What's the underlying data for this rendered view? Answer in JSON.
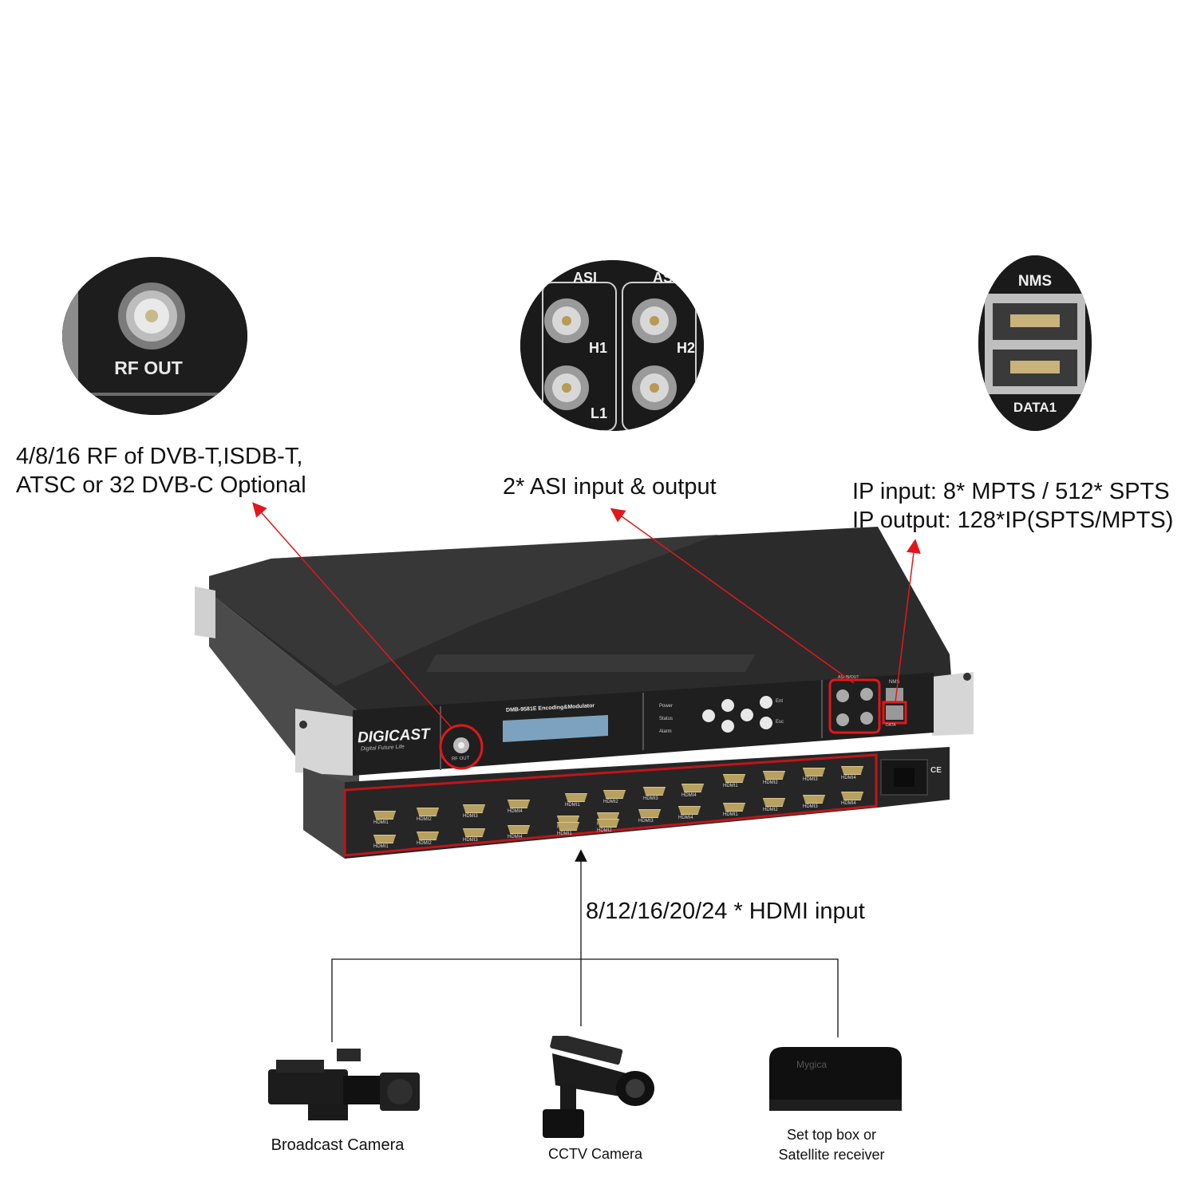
{
  "callouts": {
    "rf": {
      "line1": "4/8/16 RF of DVB-T,ISDB-T,",
      "line2": "ATSC or 32 DVB-C Optional"
    },
    "asi": {
      "text": "2* ASI input & output"
    },
    "ip": {
      "line1": "IP input: 8* MPTS / 512* SPTS",
      "line2": "IP output: 128*IP(SPTS/MPTS)"
    },
    "hdmi": {
      "text": "8/12/16/20/24 * HDMI input"
    }
  },
  "zooms": {
    "rf_label": "RF OUT",
    "asi_labels": [
      "ASI",
      "ASI",
      "H1",
      "H2",
      "L1"
    ],
    "nms_label": "NMS",
    "data_label": "DATA1"
  },
  "device": {
    "brand": "DIGICAST",
    "tagline": "Digital Future Life",
    "model": "DMB-9581E Encoding&Modulator",
    "rf_port_label": "RF OUT",
    "leds": [
      "Power",
      "Status",
      "Alarm"
    ],
    "keys": [
      "Ent",
      "Esc"
    ],
    "asi_label": "ASI IN/OUT",
    "nms_label": "NMS",
    "data_label": "DATA",
    "hdmi_top_row": [
      "HDMI1",
      "HDMI2",
      "HDMI3",
      "HDMI4",
      "HDMI1",
      "HDMI2",
      "HDMI3",
      "HDMI4",
      "HDMI1",
      "HDMI2",
      "HDMI3",
      "HDMI4"
    ],
    "hdmi_mid_row": [
      "HDMI1",
      "HDMI2",
      "HDMI3",
      "HDMI4",
      "HDMI1",
      "HDMI2",
      "HDMI3",
      "HDMI4",
      "HDMI1",
      "HDMI2",
      "HDMI3",
      "HDMI4"
    ],
    "hdmi_bot_row": [
      "HDMI1",
      "HDMI2",
      "HDMI3",
      "HDMI4",
      "HDMI1",
      "HDMI2"
    ],
    "ce_mark": "CE"
  },
  "sources": [
    {
      "label": "Broadcast Camera"
    },
    {
      "label": "CCTV Camera"
    },
    {
      "label_line1": "Set top box or",
      "label_line2": "Satellite receiver",
      "brand": "Mygica"
    }
  ],
  "colors": {
    "arrow": "#e3171b",
    "connector": "#111111",
    "chassis": "#2b2b2b"
  }
}
